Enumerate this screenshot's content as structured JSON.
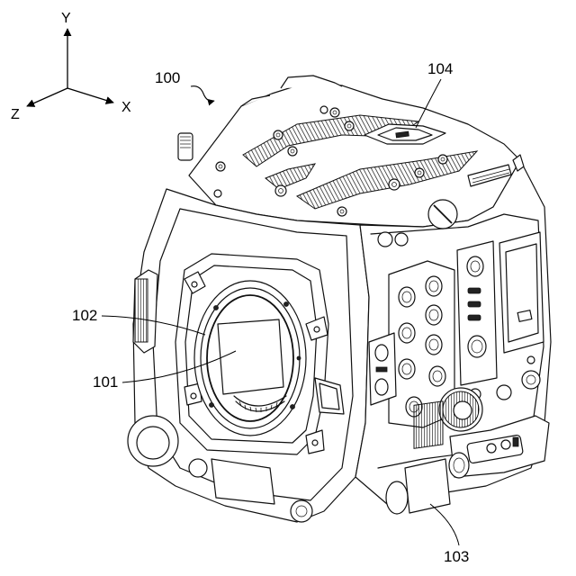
{
  "axes": {
    "y": "Y",
    "x": "X",
    "z": "Z"
  },
  "references": {
    "device": "100",
    "sensor": "101",
    "lens_mount": "102",
    "grip_dial": "103",
    "top_shoe": "104"
  }
}
